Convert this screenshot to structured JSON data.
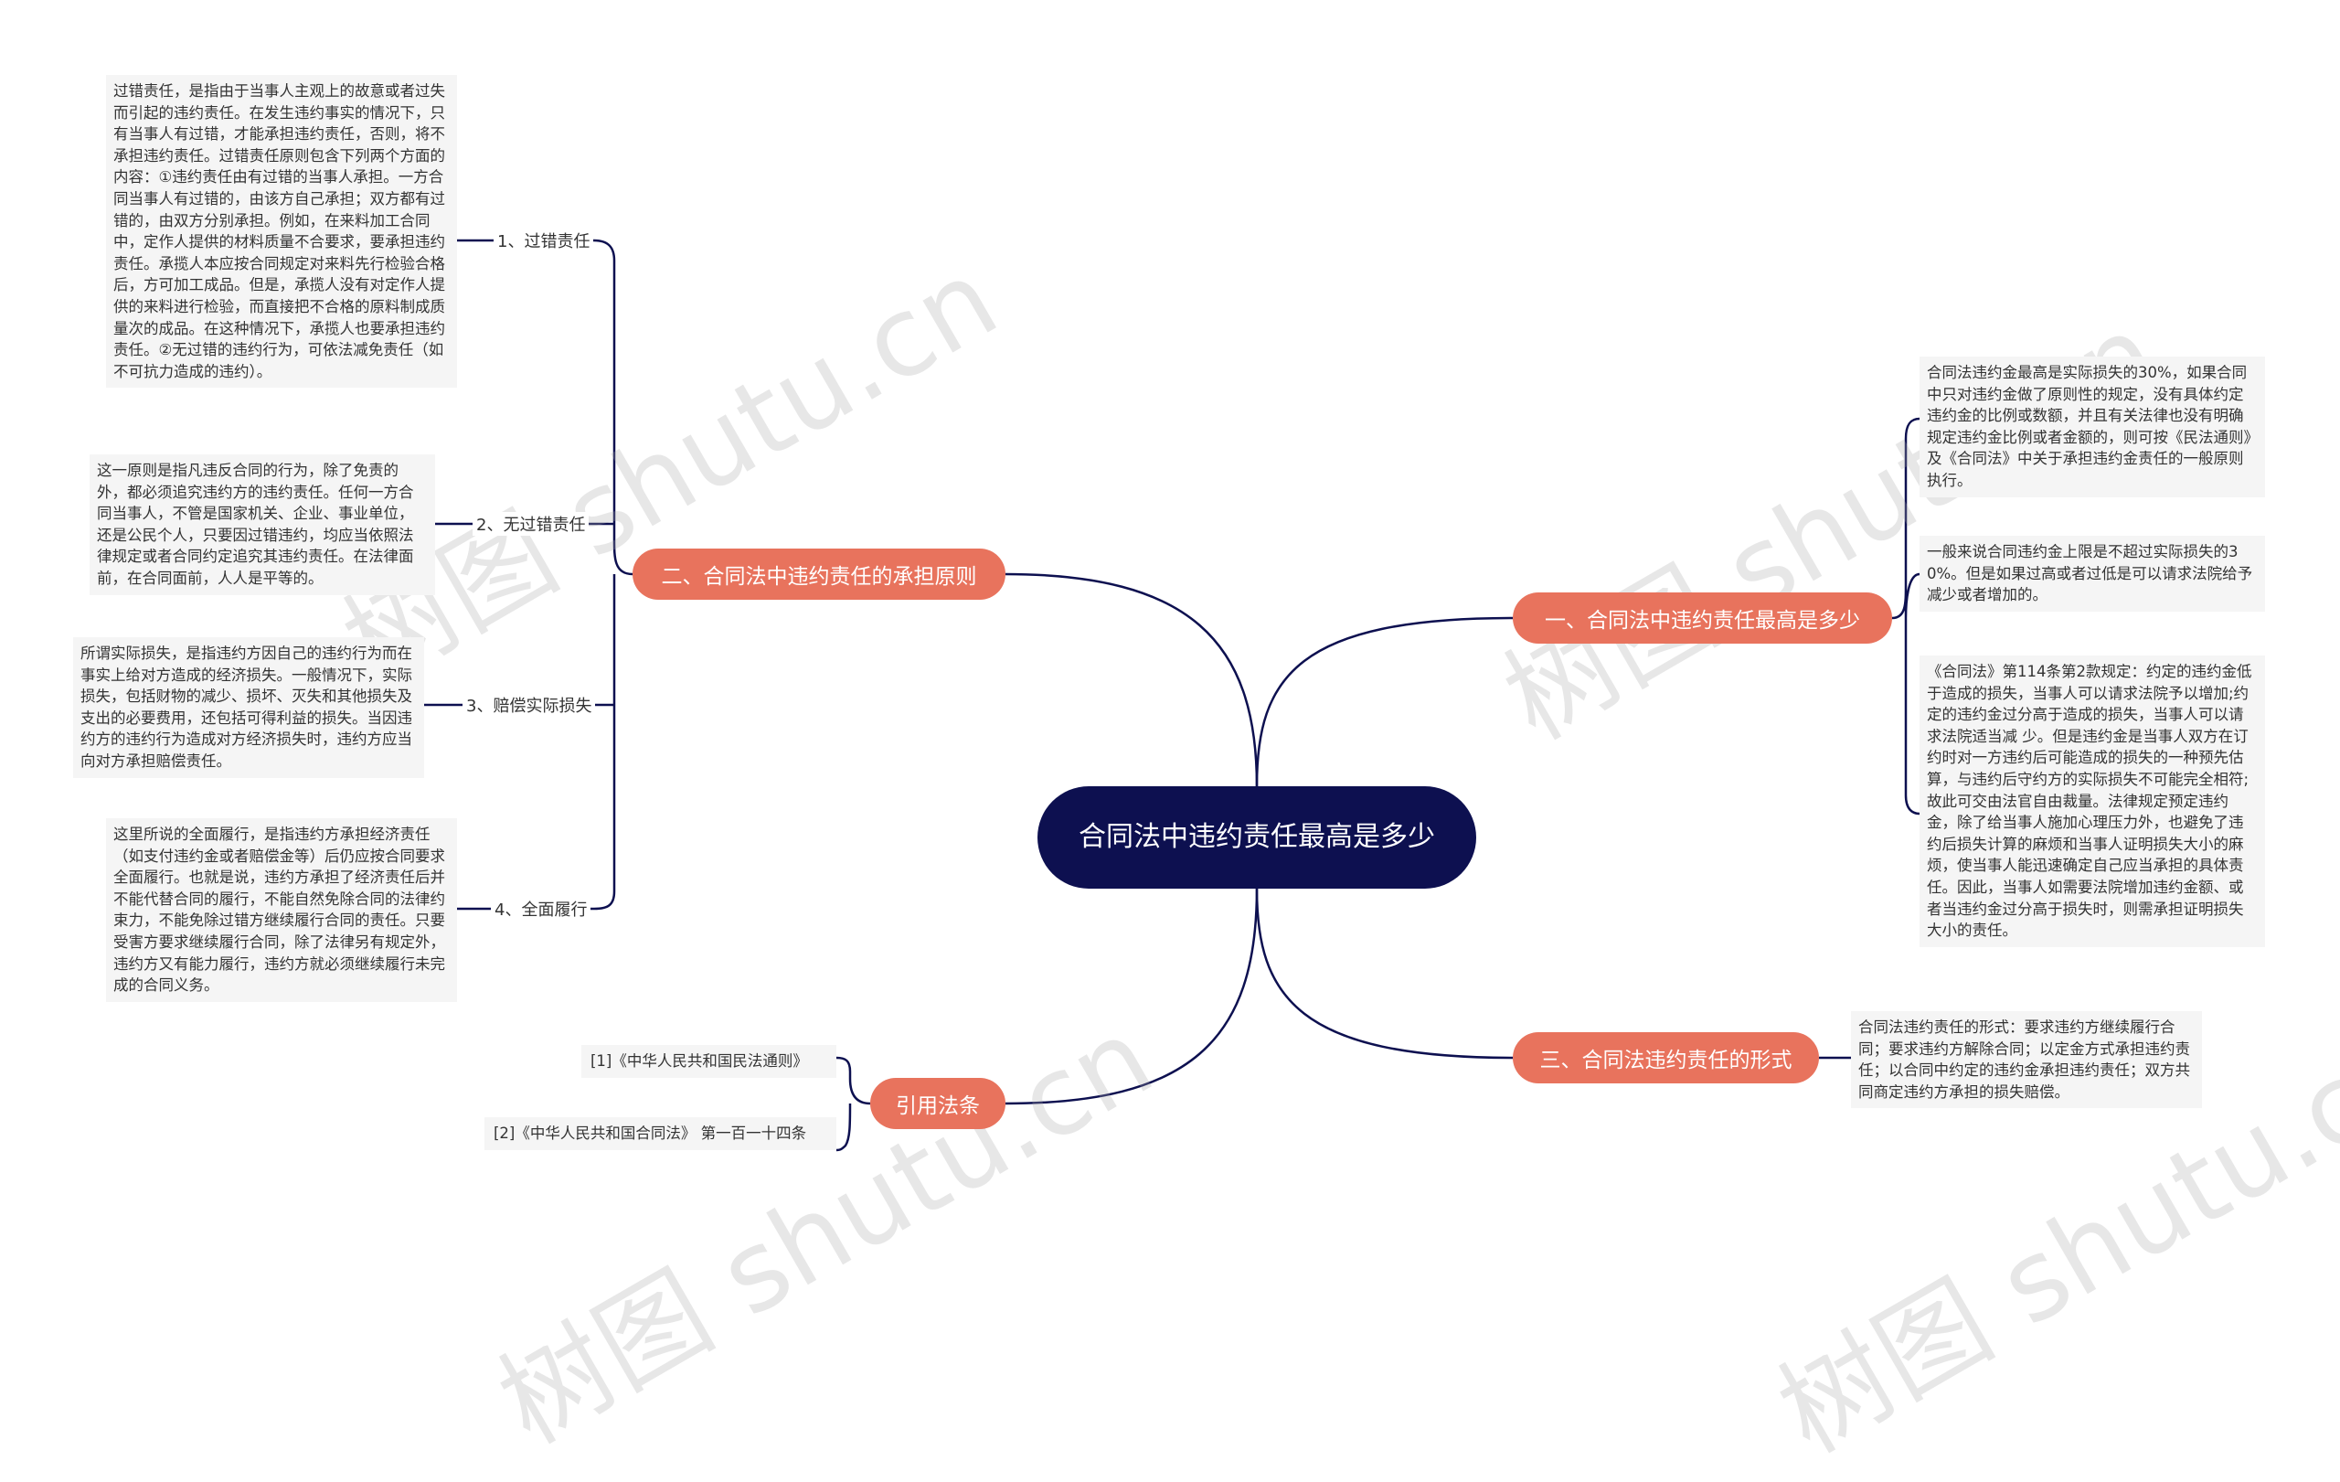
{
  "watermark": "树图 shutu.cn",
  "root": {
    "label": "合同法中违约责任最高是多少"
  },
  "branches": {
    "principles": {
      "label": "二、合同法中违约责任的承担原则",
      "items": [
        {
          "label": "1、过错责任",
          "note": "过错责任，是指由于当事人主观上的故意或者过失而引起的违约责任。在发生违约事实的情况下，只有当事人有过错，才能承担违约责任，否则，将不承担违约责任。过错责任原则包含下列两个方面的内容：①违约责任由有过错的当事人承担。一方合同当事人有过错的，由该方自己承担；双方都有过错的，由双方分别承担。例如，在来料加工合同中，定作人提供的材料质量不合要求，要承担违约责任。承揽人本应按合同规定对来料先行检验合格后，方可加工成品。但是，承揽人没有对定作人提供的来料进行检验，而直接把不合格的原料制成质量次的成品。在这种情况下，承揽人也要承担违约责任。②无过错的违约行为，可依法减免责任（如不可抗力造成的违约）。"
        },
        {
          "label": "2、无过错责任",
          "note": "这一原则是指凡违反合同的行为，除了免责的外，都必须追究违约方的违约责任。任何一方合同当事人，不管是国家机关、企业、事业单位，还是公民个人，只要因过错违约，均应当依照法律规定或者合同约定追究其违约责任。在法律面前，在合同面前，人人是平等的。"
        },
        {
          "label": "3、赔偿实际损失",
          "note": "所谓实际损失，是指违约方因自己的违约行为而在事实上给对方造成的经济损失。一般情况下，实际损失，包括财物的减少、损坏、灭失和其他损失及支出的必要费用，还包括可得利益的损失。当因违约方的违约行为造成对方经济损失时，违约方应当向对方承担赔偿责任。"
        },
        {
          "label": "4、全面履行",
          "note": "这里所说的全面履行，是指违约方承担经济责任（如支付违约金或者赔偿金等）后仍应按合同要求全面履行。也就是说，违约方承担了经济责任后并不能代替合同的履行，不能自然免除合同的法律约束力，不能免除过错方继续履行合同的责任。只要受害方要求继续履行合同，除了法律另有规定外，违约方又有能力履行，违约方就必须继续履行未完成的合同义务。"
        }
      ]
    },
    "citations": {
      "label": "引用法条",
      "items": [
        "[1]《中华人民共和国民法通则》",
        "[2]《中华人民共和国合同法》 第一百一十四条"
      ]
    },
    "maximum": {
      "label": "一、合同法中违约责任最高是多少",
      "notes": [
        "合同法违约金最高是实际损失的30%，如果合同中只对违约金做了原则性的规定，没有具体约定违约金的比例或数额，并且有关法律也没有明确规定违约金比例或者金额的，则可按《民法通则》及《合同法》中关于承担违约金责任的一般原则执行。",
        "一般来说合同违约金上限是不超过实际损失的30%。但是如果过高或者过低是可以请求法院给予减少或者增加的。",
        "《合同法》第114条第2款规定：约定的违约金低于造成的损失，当事人可以请求法院予以增加;约定的违约金过分高于造成的损失，当事人可以请求法院适当减 少。但是违约金是当事人双方在订约时对一方违约后可能造成的损失的一种预先估算，与违约后守约方的实际损失不可能完全相符;故此可交由法官自由裁量。法律规定预定违约金，除了给当事人施加心理压力外，也避免了违约后损失计算的麻烦和当事人证明损失大小的麻烦，使当事人能迅速确定自己应当承担的具体责任。因此，当事人如需要法院增加违约金额、或者当违约金过分高于损失时，则需承担证明损失大小的责任。"
      ]
    },
    "forms": {
      "label": "三、合同法违约责任的形式",
      "note": "合同法违约责任的形式：要求违约方继续履行合同；要求违约方解除合同；以定金方式承担违约责任；以合同中约定的违约金承担违约责任；双方共同商定违约方承担的损失赔偿。"
    }
  },
  "colors": {
    "root_bg": "#0d1050",
    "branch_bg": "#e8735d",
    "connector": "#0d1050",
    "note_bg": "#f5f5f5"
  }
}
